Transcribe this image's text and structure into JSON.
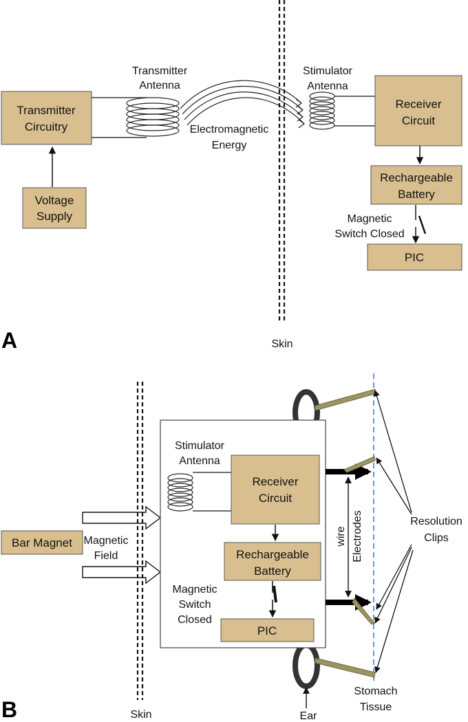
{
  "panel_a": {
    "letter": "A",
    "transmitter_circuitry": [
      "Transmitter",
      "Circuitry"
    ],
    "voltage_supply": [
      "Voltage",
      "Supply"
    ],
    "transmitter_antenna": [
      "Transmitter",
      "Antenna"
    ],
    "em_energy": [
      "Electromagnetic",
      "Energy"
    ],
    "stimulator_antenna": [
      "Stimulator",
      "Antenna"
    ],
    "receiver_circuit": [
      "Receiver",
      "Circuit"
    ],
    "rechargeable_battery": [
      "Rechargeable",
      "Battery"
    ],
    "magnetic_switch": [
      "Magnetic",
      "Switch Closed"
    ],
    "pic": "PIC",
    "skin": "Skin"
  },
  "panel_b": {
    "letter": "B",
    "bar_magnet": "Bar Magnet",
    "magnetic_field": [
      "Magnetic",
      "Field"
    ],
    "skin": "Skin",
    "stimulator_antenna": [
      "Stimulator",
      "Antenna"
    ],
    "receiver_circuit": [
      "Receiver",
      "Circuit"
    ],
    "rechargeable_battery": [
      "Rechargeable",
      "Battery"
    ],
    "magnetic_switch": [
      "Magnetic",
      "Switch",
      "Closed"
    ],
    "pic": "PIC",
    "wire": "wire",
    "electrodes": "Electrodes",
    "resolution_clips": [
      "Resolution",
      "Clips"
    ],
    "stomach_tissue": [
      "Stomach",
      "Tissue"
    ],
    "ear": "Ear"
  },
  "colors": {
    "box_fill": "#d9bf8f",
    "clip": "#9c9462",
    "dashed_line": "#4a78b8"
  }
}
